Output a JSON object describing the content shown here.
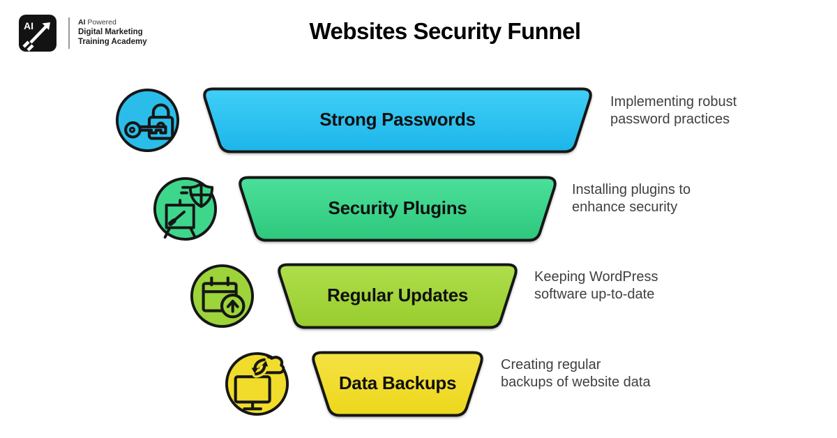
{
  "colors": {
    "background": "#ffffff",
    "outline": "#161616",
    "title_text": "#000000",
    "description_text": "#3f3f3f",
    "stages": [
      {
        "bar_top": "#40cff7",
        "bar_bottom": "#1cb5e9",
        "circle": "#2abdea"
      },
      {
        "bar_top": "#4be09a",
        "bar_bottom": "#2ec77c",
        "circle": "#3ed68b"
      },
      {
        "bar_top": "#aede4b",
        "bar_bottom": "#98cc2d",
        "circle": "#9cd439"
      },
      {
        "bar_top": "#f5e243",
        "bar_bottom": "#edd71b",
        "circle": "#f1dc2b"
      }
    ]
  },
  "header": {
    "logo": {
      "badge_text": "AI",
      "line1_bold": "AI",
      "line1_rest": " Powered",
      "line2": "Digital Marketing",
      "line3": "Training Academy"
    },
    "title": "Websites Security Funnel"
  },
  "funnel": {
    "stages": [
      {
        "label": "Strong Passwords",
        "desc_line1": "Implementing robust",
        "desc_line2": "password practices",
        "icon": "lock-key-icon"
      },
      {
        "label": "Security Plugins",
        "desc_line1": "Installing plugins to",
        "desc_line2": "enhance security",
        "icon": "easel-shield-icon"
      },
      {
        "label": "Regular Updates",
        "desc_line1": "Keeping WordPress",
        "desc_line2": "software up-to-date",
        "icon": "calendar-update-icon"
      },
      {
        "label": "Data Backups",
        "desc_line1": "Creating regular",
        "desc_line2": "backups of website data",
        "icon": "monitor-cloud-sync-icon"
      }
    ]
  }
}
